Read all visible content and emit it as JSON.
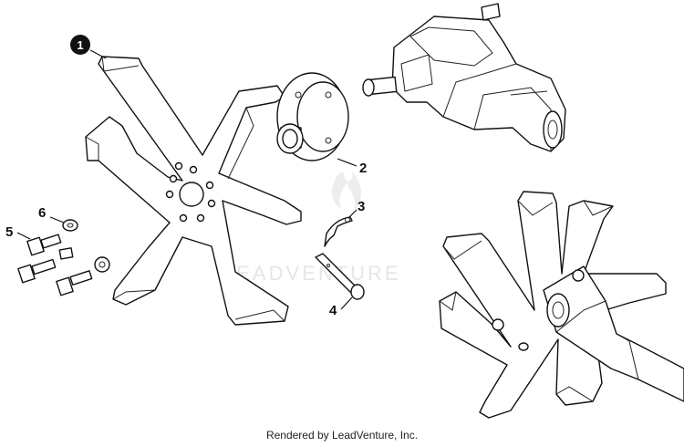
{
  "diagram": {
    "callouts": [
      {
        "id": "1",
        "highlighted": true
      },
      {
        "id": "2",
        "highlighted": false
      },
      {
        "id": "3",
        "highlighted": false
      },
      {
        "id": "4",
        "highlighted": false
      },
      {
        "id": "5",
        "highlighted": false
      },
      {
        "id": "6",
        "highlighted": false
      }
    ],
    "watermark": "LEADVENTURE"
  },
  "footer": {
    "credit": "Rendered by LeadVenture, Inc."
  },
  "colors": {
    "line": "#111111",
    "background": "#ffffff",
    "watermark": "#e6e6e6"
  }
}
